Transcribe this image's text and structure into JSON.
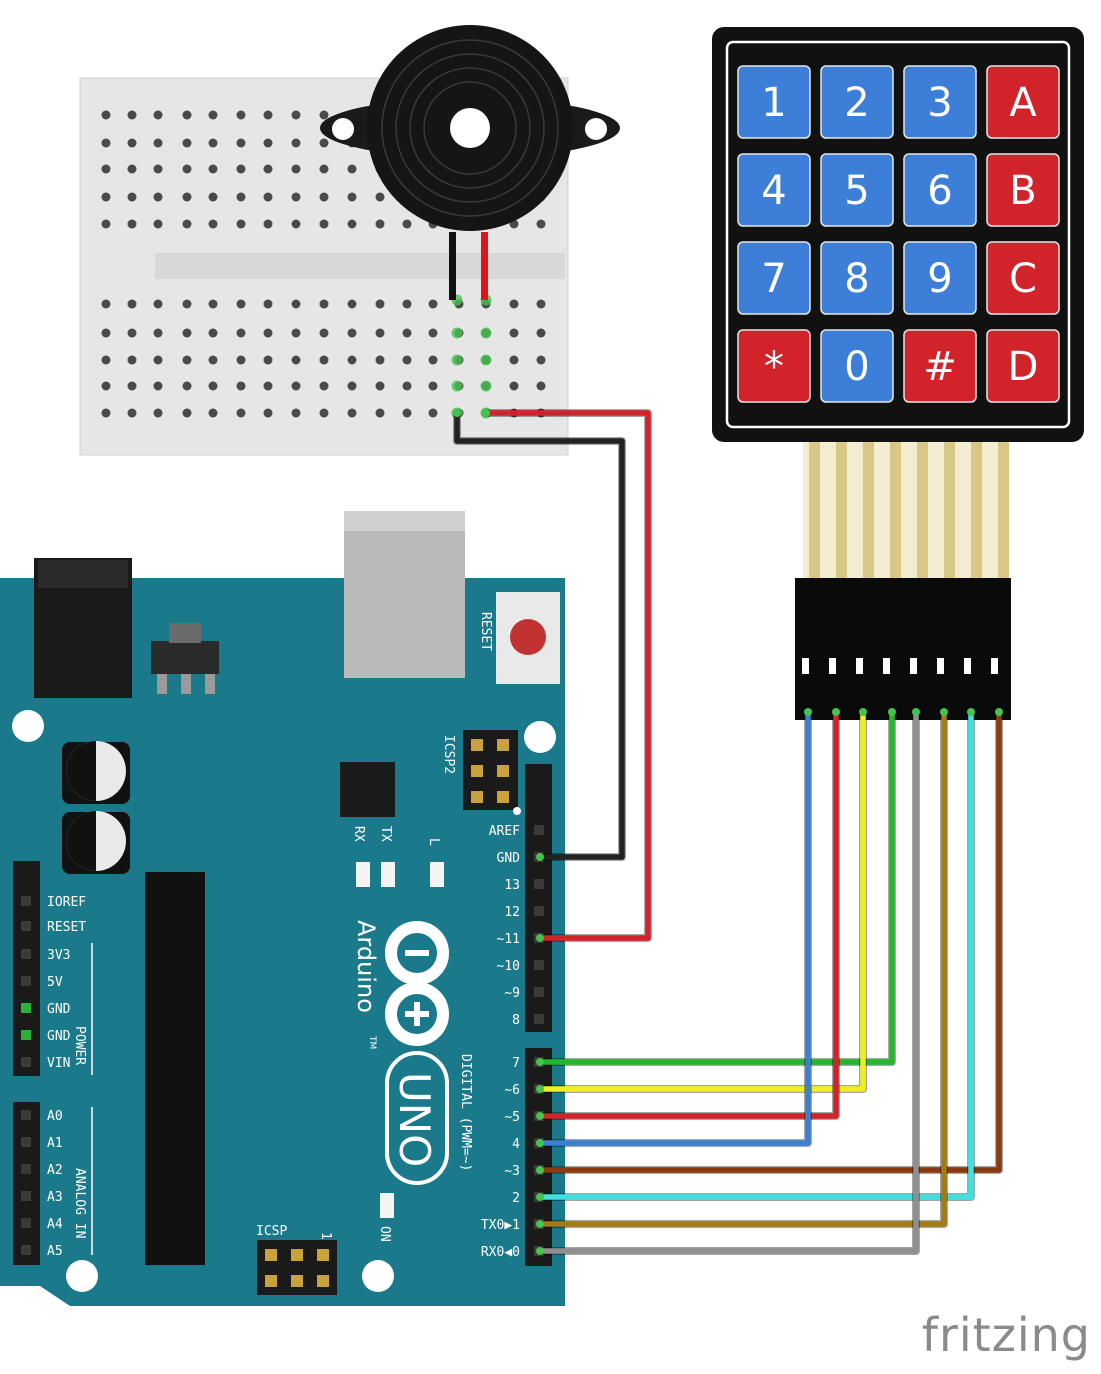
{
  "keypad": {
    "keys": [
      {
        "label": "1",
        "color": "#3d7fd8"
      },
      {
        "label": "2",
        "color": "#3d7fd8"
      },
      {
        "label": "3",
        "color": "#3d7fd8"
      },
      {
        "label": "A",
        "color": "#d2232a"
      },
      {
        "label": "4",
        "color": "#3d7fd8"
      },
      {
        "label": "5",
        "color": "#3d7fd8"
      },
      {
        "label": "6",
        "color": "#3d7fd8"
      },
      {
        "label": "B",
        "color": "#d2232a"
      },
      {
        "label": "7",
        "color": "#3d7fd8"
      },
      {
        "label": "8",
        "color": "#3d7fd8"
      },
      {
        "label": "9",
        "color": "#3d7fd8"
      },
      {
        "label": "C",
        "color": "#d2232a"
      },
      {
        "label": "*",
        "color": "#d2232a"
      },
      {
        "label": "0",
        "color": "#3d7fd8"
      },
      {
        "label": "#",
        "color": "#d2232a"
      },
      {
        "label": "D",
        "color": "#d2232a"
      }
    ]
  },
  "board": {
    "color": "#1a7a8c",
    "reset_label": "RESET",
    "icsp2_label": "ICSP2",
    "icsp_label": "ICSP",
    "icsp_pin1": "1",
    "rx_label": "RX",
    "tx_label": "TX",
    "l_label": "L",
    "on_label": "ON",
    "brand_name": "Arduino",
    "tm": "TM",
    "model": "UNO",
    "digital_header": "DIGITAL (PWM=~)",
    "power_header": "POWER",
    "analog_header": "ANALOG IN",
    "digital_pins": [
      "AREF",
      "GND",
      "13",
      "12",
      "~11",
      "~10",
      "~9",
      "8",
      "7",
      "~6",
      "~5",
      "4",
      "~3",
      "2",
      "TX0▶1",
      "RX0◀0"
    ],
    "power_pins": [
      "IOREF",
      "RESET",
      "3V3",
      "5V",
      "GND",
      "GND",
      "VIN"
    ],
    "analog_pins": [
      "A0",
      "A1",
      "A2",
      "A3",
      "A4",
      "A5"
    ]
  },
  "wires": {
    "colors": {
      "red": "#d2232a",
      "black": "#222222",
      "green": "#25b52e",
      "yellow": "#f2ef1e",
      "blue": "#3a7fd0",
      "brown": "#8b3a0f",
      "cyan": "#3ee0e0",
      "olive": "#a37a14",
      "gray": "#8f8f8f"
    }
  },
  "watermark": "fritzing"
}
